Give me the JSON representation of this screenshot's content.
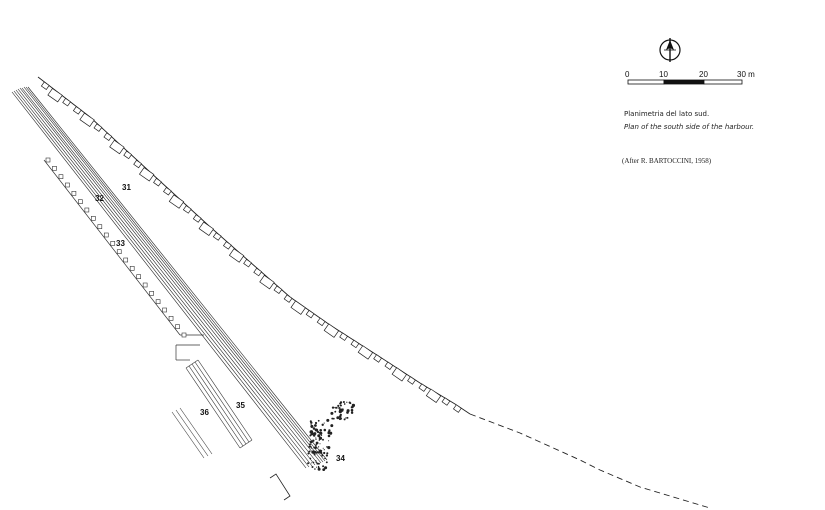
{
  "caption": {
    "italian": "Planimetria del lato sud.",
    "english": "Plan of the south side of the harbour.",
    "source": "(After R. BARTOCCINI, 1958)"
  },
  "scale_bar": {
    "ticks": [
      "0",
      "10",
      "20",
      "30 m"
    ]
  },
  "labels": {
    "l31": "31",
    "l32": "32",
    "l33": "33",
    "l34": "34",
    "l35": "35",
    "l36": "36"
  },
  "north_arrow": {
    "icon": "north-arrow-icon"
  }
}
